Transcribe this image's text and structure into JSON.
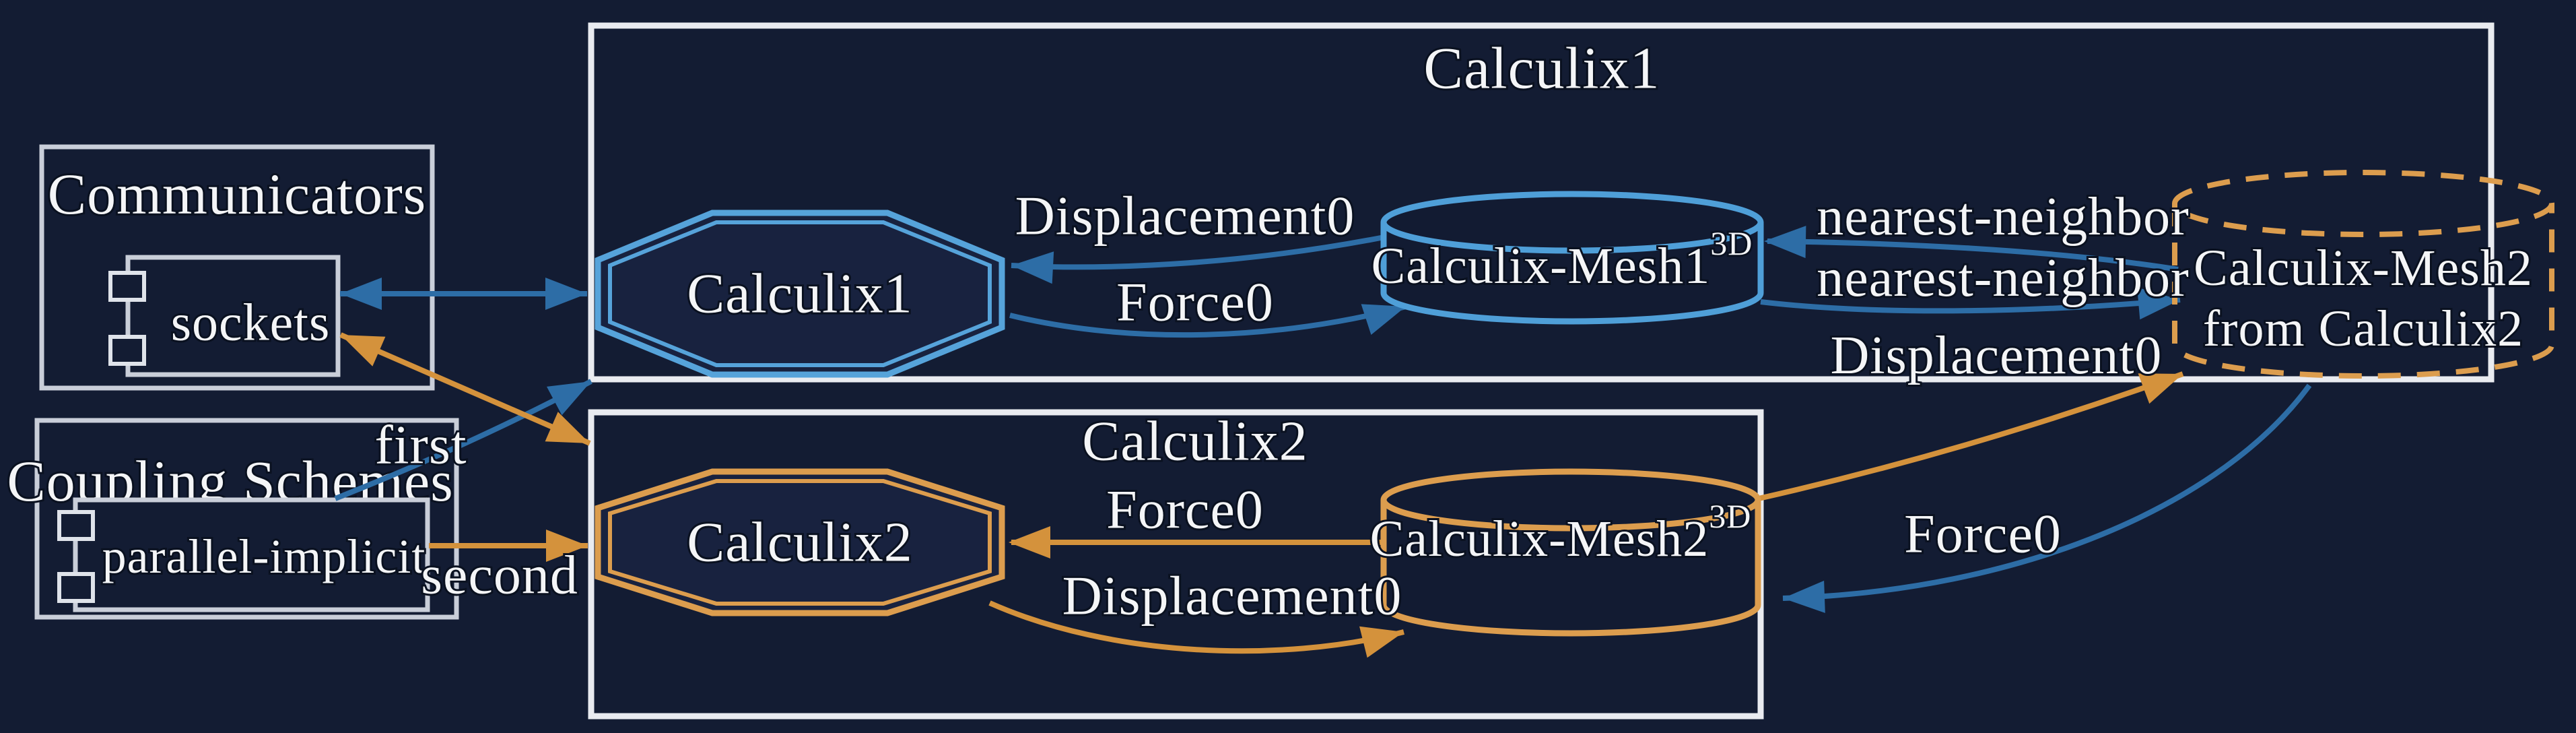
{
  "palette": {
    "background": "#131c33",
    "participant_box_border": "#e9ebf0",
    "component_box_border": "#c9ced9",
    "text": "#f4f5f7",
    "blue_shape": "#56a3da",
    "blue_arrow": "#2d6da6",
    "orange_shape": "#dc9d4e",
    "orange_arrow": "#d4923c"
  },
  "participants": {
    "calculix1": {
      "title": "Calculix1",
      "solver": "Calculix1",
      "mesh": "Calculix-Mesh1",
      "mesh_dim": "3D"
    },
    "calculix2": {
      "title": "Calculix2",
      "solver": "Calculix2",
      "mesh": "Calculix-Mesh2",
      "mesh_dim": "3D"
    },
    "ghost_mesh": {
      "line1": "Calculix-Mesh2",
      "line2": "from Calculix2"
    }
  },
  "config": {
    "communicators": {
      "title": "Communicators",
      "item": "sockets"
    },
    "coupling_schemes": {
      "title": "Coupling Schemes",
      "item": "parallel-implicit"
    }
  },
  "edges": {
    "first": "first",
    "second": "second",
    "disp0_c1": "Displacement0",
    "force0_c1": "Force0",
    "nn_top": "nearest-neighbor",
    "nn_bottom": "nearest-neighbor",
    "disp0_right": "Displacement0",
    "force0_right": "Force0",
    "force0_c2": "Force0",
    "disp0_c2": "Displacement0"
  }
}
